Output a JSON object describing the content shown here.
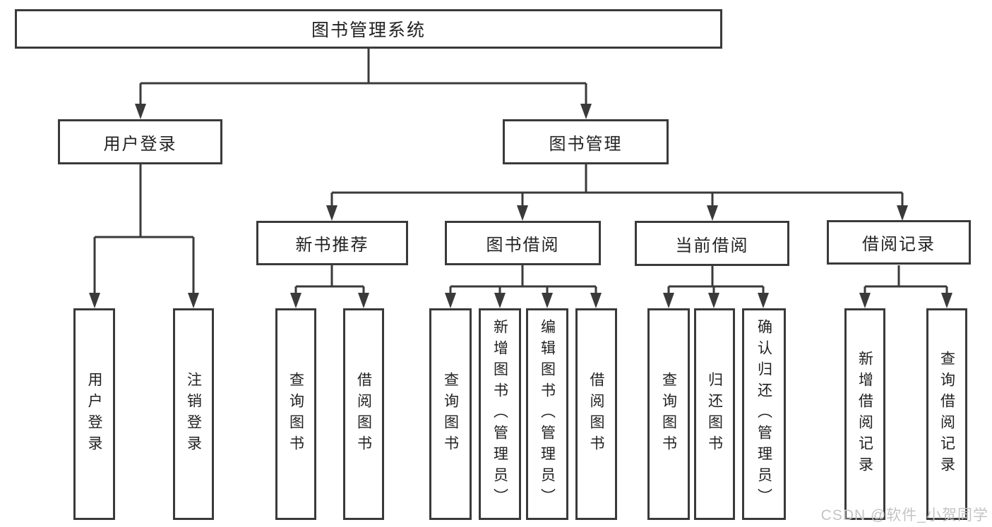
{
  "colors": {
    "line": "#3a3a3a",
    "box_border": "#3a3a3a",
    "text": "#222222",
    "background": "#ffffff",
    "watermark": "#c4c4c4"
  },
  "watermark": "CSDN @软件_小贺同学",
  "diagram": {
    "root": {
      "label": "图书管理系统"
    },
    "branches": [
      {
        "label": "用户登录",
        "children": [
          {
            "label": "用户登录"
          },
          {
            "label": "注销登录"
          }
        ]
      },
      {
        "label": "图书管理",
        "children": [
          {
            "label": "新书推荐",
            "children": [
              {
                "label": "查询图书"
              },
              {
                "label": "借阅图书"
              }
            ]
          },
          {
            "label": "图书借阅",
            "children": [
              {
                "label": "查询图书"
              },
              {
                "label": "新增图书（管理员）"
              },
              {
                "label": "编辑图书（管理员）"
              },
              {
                "label": "借阅图书"
              }
            ]
          },
          {
            "label": "当前借阅",
            "children": [
              {
                "label": "查询图书"
              },
              {
                "label": "归还图书"
              },
              {
                "label": "确认归还（管理员）"
              }
            ]
          },
          {
            "label": "借阅记录",
            "children": [
              {
                "label": "新增借阅记录"
              },
              {
                "label": "查询借阅记录"
              }
            ]
          }
        ]
      }
    ]
  }
}
